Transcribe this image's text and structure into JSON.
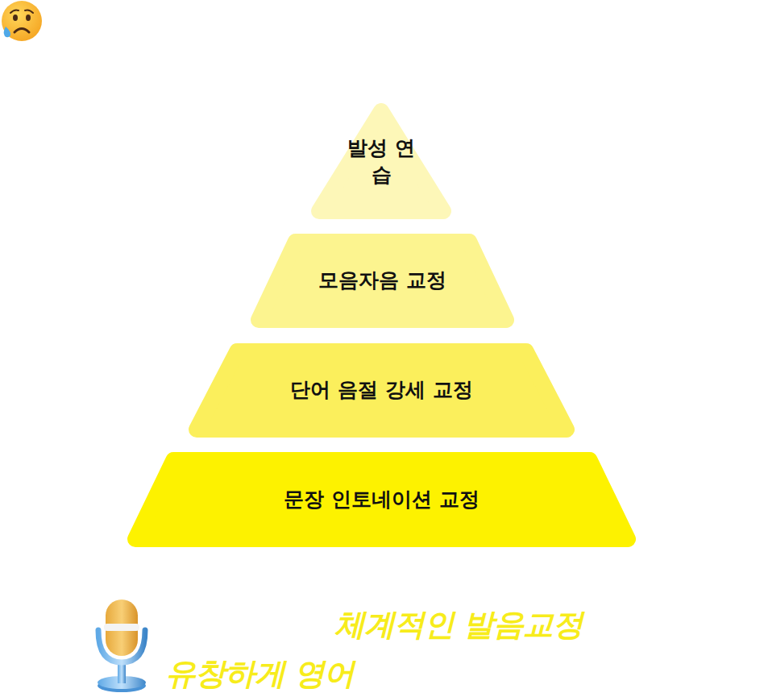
{
  "diagram": {
    "nodes": [
      {
        "text": [
          "발성 연습"
        ]
      },
      {
        "text": [
          "모음자음 교정"
        ]
      },
      {
        "text": [
          "단어 음절 강세 교정"
        ]
      },
      {
        "text": [
          "문장 인토네이션 교정"
        ]
      }
    ],
    "labels": [
      "체계적인 발음교정",
      "유창하게 영어"
    ]
  }
}
